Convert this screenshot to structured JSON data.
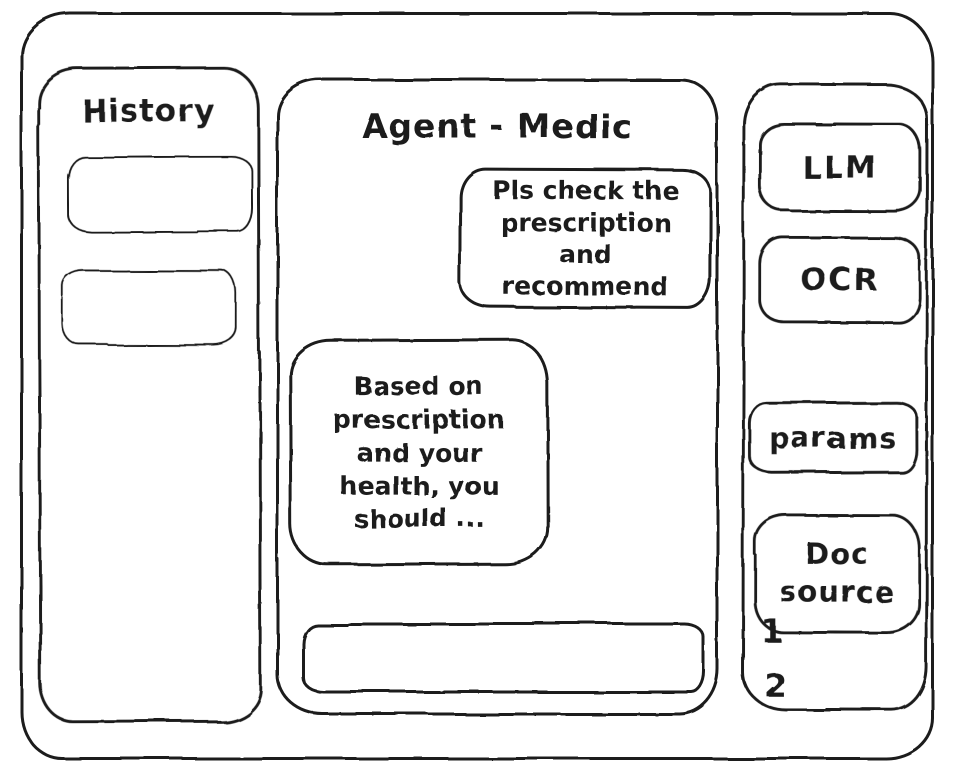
{
  "colors": {
    "ink": "#1b1b1b",
    "paper": "#ffffff"
  },
  "history_panel": {
    "title": "History",
    "items": [
      {
        "label": ""
      },
      {
        "label": ""
      }
    ]
  },
  "chat_panel": {
    "title": "Agent - Medic",
    "messages": [
      {
        "role": "user",
        "text": "Pls check the prescription and recommend"
      },
      {
        "role": "assistant",
        "text": "Based on prescription and your health, you should ..."
      }
    ],
    "input": {
      "value": "",
      "placeholder": ""
    }
  },
  "tools_panel": {
    "buttons": [
      {
        "label": "LLM"
      },
      {
        "label": "OCR"
      },
      {
        "label": "params"
      },
      {
        "label": "Doc source"
      }
    ],
    "doc_source_items": [
      "1",
      "2"
    ]
  }
}
